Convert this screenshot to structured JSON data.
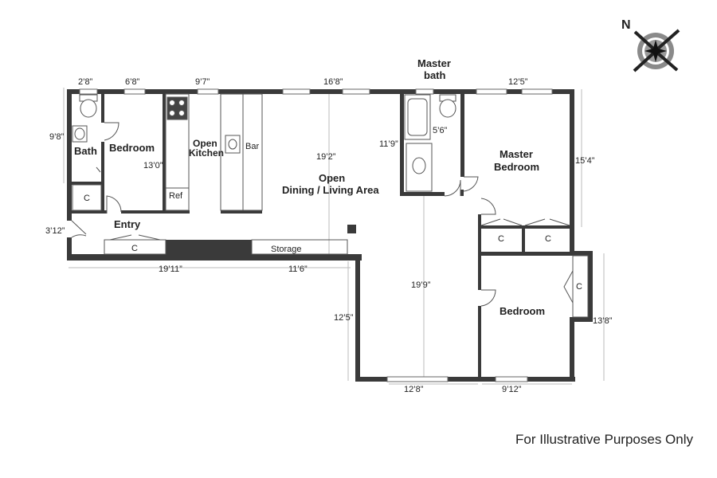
{
  "compass": {
    "north_label": "N",
    "icon": "compass-rose-icon"
  },
  "rooms": {
    "bath": "Bath",
    "bedroom_left": "Bedroom",
    "open_kitchen_line1": "Open",
    "open_kitchen_line2": "Kitchen",
    "bar": "Bar",
    "ref": "Ref",
    "living_line1": "Open",
    "living_line2": "Dining / Living Area",
    "master_bath_line1": "Master",
    "master_bath_line2": "bath",
    "master_bedroom_line1": "Master",
    "master_bedroom_line2": "Bedroom",
    "bedroom_right": "Bedroom",
    "entry": "Entry",
    "storage": "Storage"
  },
  "closets": {
    "bath_closet": "C",
    "entry_closet": "C",
    "master_closet_1": "C",
    "master_closet_2": "C",
    "bedroom_closet": "C"
  },
  "dimensions": {
    "bath_width": "2’8”",
    "bedroom_width": "6’8”",
    "kitchen_width": "9’7”",
    "living_width": "16’8”",
    "master_bedroom_width": "12’5”",
    "bath_height": "9’8”",
    "bedroom_height": "13’0”",
    "living_height": "19’2”",
    "master_bath_height": "11’9”",
    "master_bath_width": "5’6”",
    "master_bedroom_height": "15’4”",
    "entry_height": "3’12”",
    "bottom_left_width": "19’11”",
    "bottom_mid_width": "11’6”",
    "lower_living_height": "19’9”",
    "lower_left_height": "12’5”",
    "bedroom_right_height": "13’8”",
    "bottom_living_width": "12’8”",
    "bottom_bedroom_width": "9’12”"
  },
  "disclaimer": "For Illustrative Purposes Only",
  "colors": {
    "wall": "#3a3a3a",
    "dim_line": "#bbbbbb",
    "text": "#222222"
  }
}
